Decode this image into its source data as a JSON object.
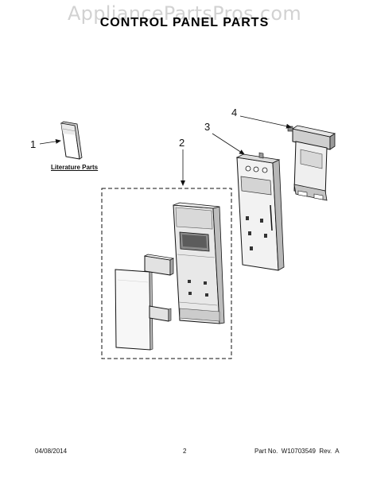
{
  "watermark": "AppliancePartsPros.com",
  "title": "CONTROL PANEL PARTS",
  "callouts": [
    "1",
    "2",
    "3",
    "4"
  ],
  "literature_label": "Literature Parts",
  "footer": {
    "date": "04/08/2014",
    "page": "2",
    "part": "Part No.  W10703549  Rev.  A"
  }
}
